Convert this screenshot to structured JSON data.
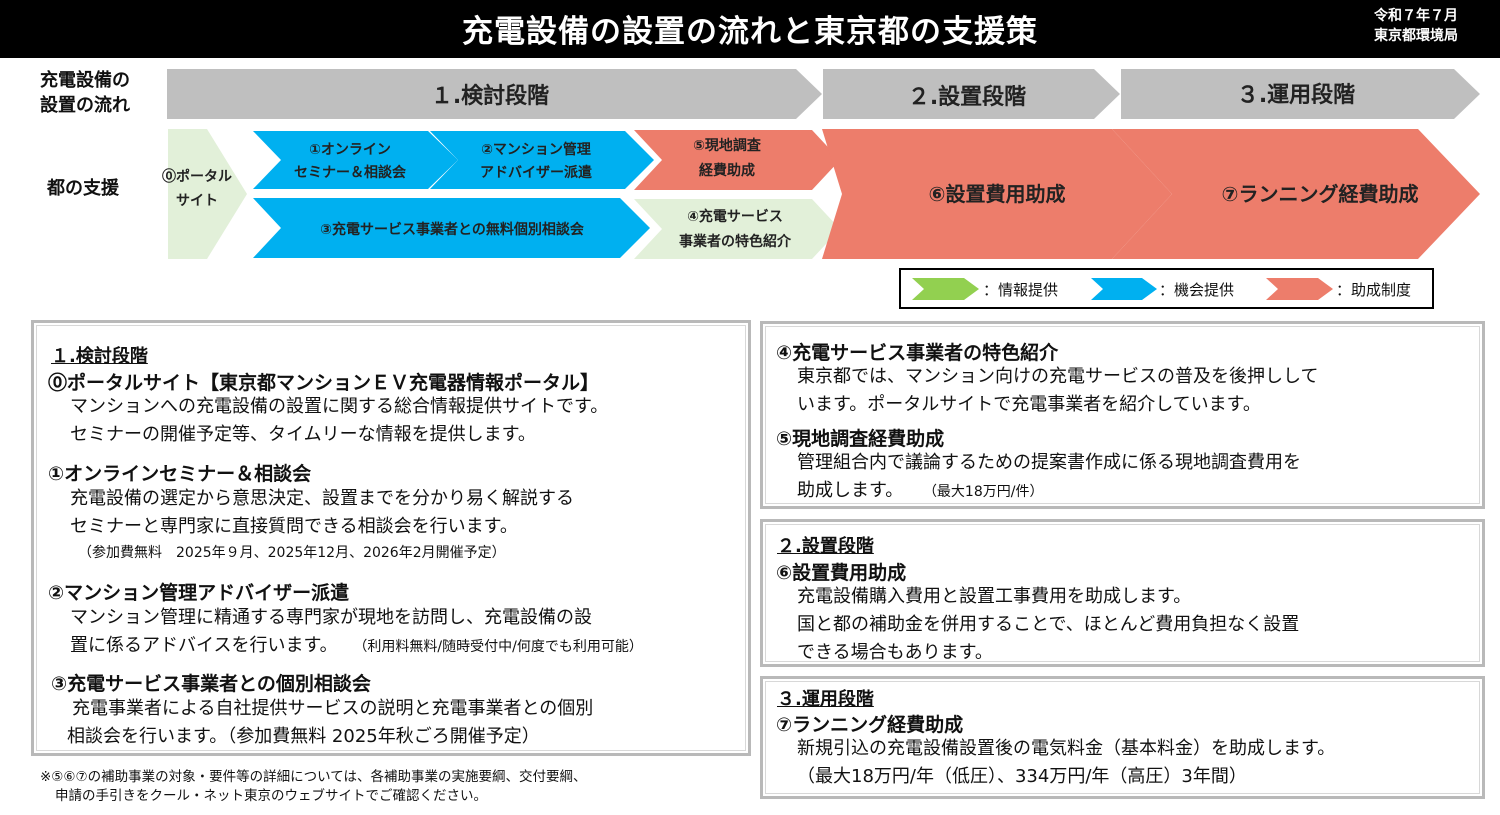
{
  "header": {
    "title": "充電設備の設置の流れと東京都の支援策",
    "date": "令和７年７月",
    "org": "東京都環境局"
  },
  "rows": {
    "flow_label_1": "充電設備の",
    "flow_label_2": "設置の流れ",
    "support_label": "都の支援"
  },
  "stages": [
    {
      "label": "１.検討段階"
    },
    {
      "label": "２.設置段階"
    },
    {
      "label": "３.運用段階"
    }
  ],
  "supports": {
    "s0": {
      "line1": "⓪ポータル",
      "line2": "サイト"
    },
    "s1": {
      "line1": "①オンライン",
      "line2": "セミナー＆相談会"
    },
    "s2": {
      "line1": "②マンション管理",
      "line2": "アドバイザー派遣"
    },
    "s3": {
      "line1": "③充電サービス事業者との無料個別相談会"
    },
    "s4": {
      "line1": "④充電サービス",
      "line2": "事業者の特色紹介"
    },
    "s5": {
      "line1": "⑤現地調査",
      "line2": "経費助成"
    },
    "s6": {
      "line1": "⑥設置費用助成"
    },
    "s7": {
      "line1": "⑦ランニング経費助成"
    }
  },
  "colors": {
    "stage_gray": "#bfbfbf",
    "info_green": "#e2f0d9",
    "info_green_legend": "#92d050",
    "opportunity_blue": "#00b0f0",
    "subsidy_red": "#ed7d6b"
  },
  "legend": [
    {
      "label": "：情報提供"
    },
    {
      "label": "：機会提供"
    },
    {
      "label": "：助成制度"
    }
  ],
  "left_panel": {
    "section": "１.検討段階",
    "items": [
      {
        "title": "⓪ポータルサイト【東京都マンションＥＶ充電器情報ポータル】",
        "lines": [
          "マンションへの充電設備の設置に関する総合情報提供サイトです。",
          "セミナーの開催予定等、タイムリーな情報を提供します。"
        ]
      },
      {
        "title": "①オンラインセミナー＆相談会",
        "lines": [
          "充電設備の選定から意思決定、設置までを分かり易く解説する",
          "セミナーと専門家に直接質問できる相談会を行います。"
        ],
        "note": "（参加費無料　2025年９月、2025年12月、2026年2月開催予定）"
      },
      {
        "title": "②マンション管理アドバイザー派遣",
        "lines": [
          "マンション管理に精通する専門家が現地を訪問し、充電設備の設",
          "置に係るアドバイスを行います。"
        ],
        "note": "（利用料無料/随時受付中/何度でも利用可能）"
      },
      {
        "title": "③充電サービス事業者との個別相談会",
        "lines": [
          "充電事業者による自社提供サービスの説明と充電事業者との個別",
          "相談会を行います。（参加費無料 2025年秋ごろ開催予定）"
        ]
      }
    ]
  },
  "right_panel_1": {
    "items": [
      {
        "title": "④充電サービス事業者の特色紹介",
        "lines": [
          "東京都では、マンション向けの充電サービスの普及を後押しして",
          "います。ポータルサイトで充電事業者を紹介しています。"
        ]
      },
      {
        "title": "⑤現地調査経費助成",
        "lines": [
          "管理組合内で議論するための提案書作成に係る現地調査費用を",
          "助成します。"
        ],
        "note": "（最大18万円/件）"
      }
    ]
  },
  "right_panel_2": {
    "section": "２.設置段階",
    "items": [
      {
        "title": "⑥設置費用助成",
        "lines": [
          "充電設備購入費用と設置工事費用を助成します。",
          "国と都の補助金を併用することで、ほとんど費用負担なく設置",
          "できる場合もあります。"
        ]
      }
    ]
  },
  "right_panel_3": {
    "section": "３.運用段階",
    "items": [
      {
        "title": "⑦ランニング経費助成",
        "lines": [
          "新規引込の充電設備設置後の電気料金（基本料金）を助成します。",
          "（最大18万円/年（低圧）、334万円/年（高圧）3年間）"
        ]
      }
    ]
  },
  "footnote": {
    "line1": "※⑤⑥⑦の補助事業の対象・要件等の詳細については、各補助事業の実施要綱、交付要綱、",
    "line2": "申請の手引きをクール・ネット東京のウェブサイトでご確認ください。"
  }
}
